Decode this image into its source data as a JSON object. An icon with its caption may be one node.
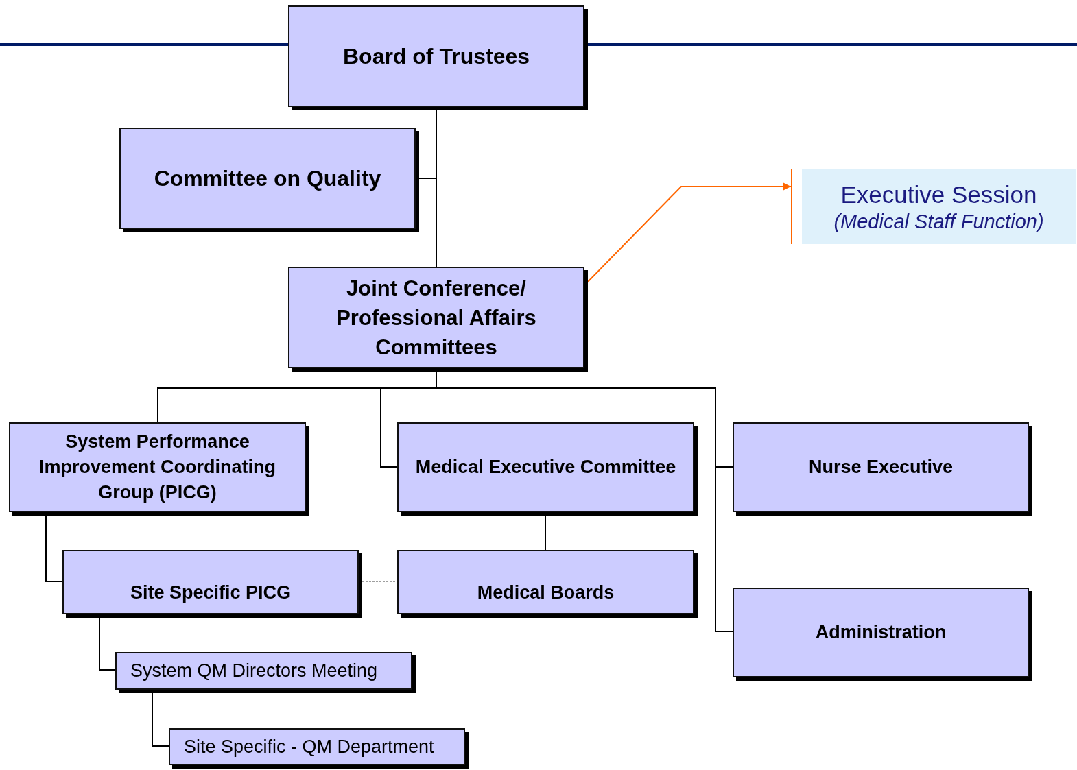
{
  "diagram": {
    "nodes": [
      {
        "text": [
          "Board of Trustees"
        ]
      },
      {
        "text": [
          "Committee on Quality"
        ]
      },
      {
        "text": [
          "Joint Conference/ Professional Affairs Committees"
        ]
      },
      {
        "text": [
          "Executive Session",
          "(Medical Staff Function)"
        ]
      },
      {
        "text": [
          "System Performance Improvement Coordinating Group (PICG)"
        ]
      },
      {
        "text": [
          "Medical Executive Committee"
        ]
      },
      {
        "text": [
          "Nurse Executive"
        ]
      },
      {
        "text": [
          "Site Specific PICG"
        ]
      },
      {
        "text": [
          "Medical Boards"
        ]
      },
      {
        "text": [
          "Administration"
        ]
      },
      {
        "text": [
          "System QM Directors Meeting"
        ]
      },
      {
        "text": [
          "Site Specific - QM Department"
        ]
      }
    ],
    "edges": [
      {
        "from": 0,
        "to": 1,
        "arrow": "none"
      },
      {
        "from": 0,
        "to": 2,
        "arrow": "none"
      },
      {
        "from": 2,
        "to": 3,
        "arrow": "to",
        "color": "#ff6600"
      },
      {
        "from": 2,
        "to": 4,
        "arrow": "none"
      },
      {
        "from": 2,
        "to": 5,
        "arrow": "none"
      },
      {
        "from": 2,
        "to": 6,
        "arrow": "none"
      },
      {
        "from": 2,
        "to": 9,
        "arrow": "none"
      },
      {
        "from": 4,
        "to": 7,
        "arrow": "none"
      },
      {
        "from": 5,
        "to": 8,
        "arrow": "none"
      },
      {
        "from": 7,
        "to": 8,
        "arrow": "none",
        "style": "dashed",
        "color": "#808080"
      },
      {
        "from": 7,
        "to": 10,
        "arrow": "none"
      },
      {
        "from": 10,
        "to": 11,
        "arrow": "none"
      }
    ]
  }
}
